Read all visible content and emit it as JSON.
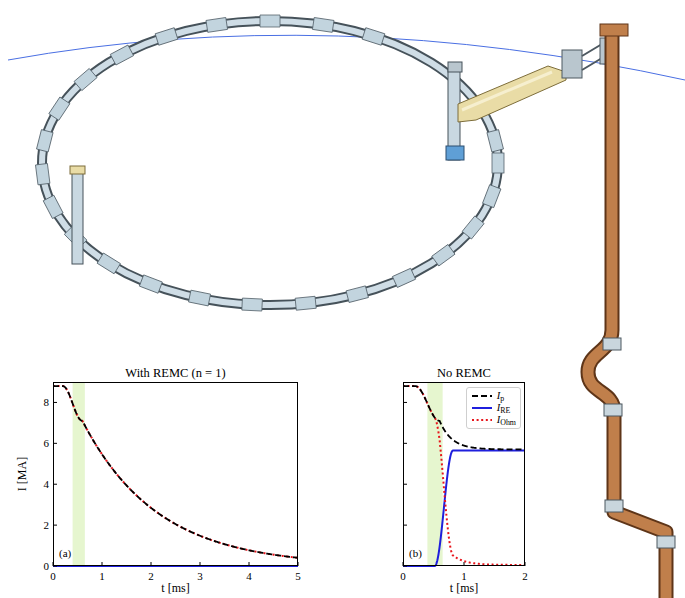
{
  "diagram": {
    "nodes": [
      {
        "text": [
          "With REMC (n = 1)",
          "(a)"
        ]
      },
      {
        "text": [
          "No REMC",
          "(b)"
        ]
      }
    ],
    "labels": [
      "8",
      "6",
      "4",
      "2",
      "0",
      "0",
      "1",
      "2",
      "3",
      "4",
      "5",
      "0",
      "1",
      "2",
      "I [MA]",
      "t [ms]",
      "t [ms]"
    ],
    "legend": [
      {
        "text": "Ip"
      },
      {
        "text": "IRE"
      },
      {
        "text": "IOhm"
      }
    ]
  }
}
